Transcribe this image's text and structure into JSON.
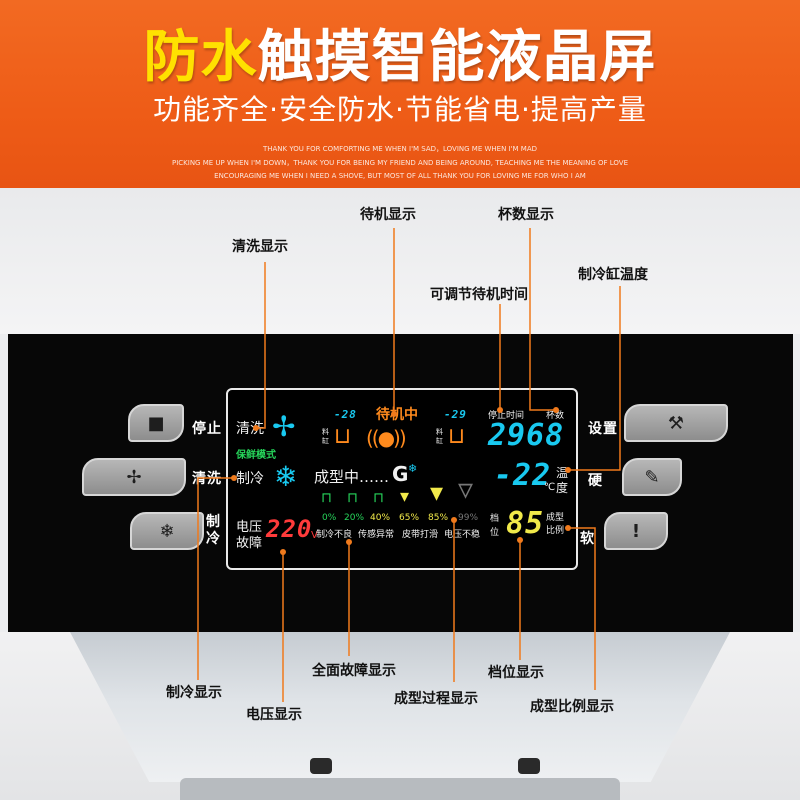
{
  "banner": {
    "headline_highlight": "防水",
    "headline_rest": "触摸智能液晶屏",
    "subline": "功能齐全·安全防水·节能省电·提高产量",
    "fine_print": [
      "THANK YOU FOR COMFORTING ME WHEN I'M SAD，LOVING ME WHEN I'M MAD",
      "PICKING ME UP WHEN I'M DOWN，THANK YOU FOR BEING MY FRIEND AND BEING AROUND, TEACHING ME THE MEANING OF LOVE",
      "ENCOURAGING ME WHEN I NEED A SHOVE, BUT MOST OF ALL THANK YOU FOR LOVING ME FOR WHO I AM"
    ]
  },
  "buttons": {
    "left": [
      {
        "icon": "stop-square-icon",
        "glyph": "■",
        "label": "停止"
      },
      {
        "icon": "fan-icon",
        "glyph": "✢",
        "label": "清洗"
      },
      {
        "icon": "snowflake-icon",
        "glyph": "❄",
        "label": "制冷"
      }
    ],
    "right": [
      {
        "icon": "tools-icon",
        "glyph": "⚒",
        "label": "设置"
      },
      {
        "icon": "cone-icon",
        "glyph": "✎",
        "label": "硬"
      },
      {
        "icon": "exclamation-icon",
        "glyph": "!",
        "label": "软"
      }
    ]
  },
  "lcd": {
    "wash_label": "清洗",
    "fresh_mode": "保鲜模式",
    "cool_label": "制冷",
    "left_temp": "-28",
    "right_temp": "-29",
    "cyl_label_left": "料缸",
    "cyl_label_right": "料缸",
    "standby": "待机中",
    "standby_time_label": "停止时间",
    "cups_label": "杯数",
    "cups_value": "2968",
    "forming_text": "成型中……",
    "g_mark": "G",
    "temp_value": "-22",
    "temp_unit": "℃",
    "temp_label": "温度",
    "gear_label": "档位",
    "gear_value": "85",
    "ratio_label": "成型比例",
    "percentages": [
      "0%",
      "20%",
      "40%",
      "65%",
      "85%",
      "99%"
    ],
    "voltage_label": "电压",
    "fault_label": "故障",
    "voltage_value": "220",
    "voltage_unit": "V",
    "faults": [
      "制冷不良",
      "传感异常",
      "皮带打滑",
      "电压不稳"
    ],
    "colors": {
      "orange": "#ff8a1d",
      "cyan": "#19c9f0",
      "green": "#26d45a",
      "red": "#ff3b3b",
      "yellow": "#f1e94a",
      "white": "#f1f1f1"
    }
  },
  "callouts": {
    "standby": "待机显示",
    "cups": "杯数显示",
    "wash": "清洗显示",
    "cyl_temp": "制冷缸温度",
    "standby_time": "可调节待机时间",
    "cooling": "制冷显示",
    "fault": "全面故障显示",
    "gear": "档位显示",
    "voltage": "电压显示",
    "forming": "成型过程显示",
    "ratio": "成型比例显示"
  }
}
